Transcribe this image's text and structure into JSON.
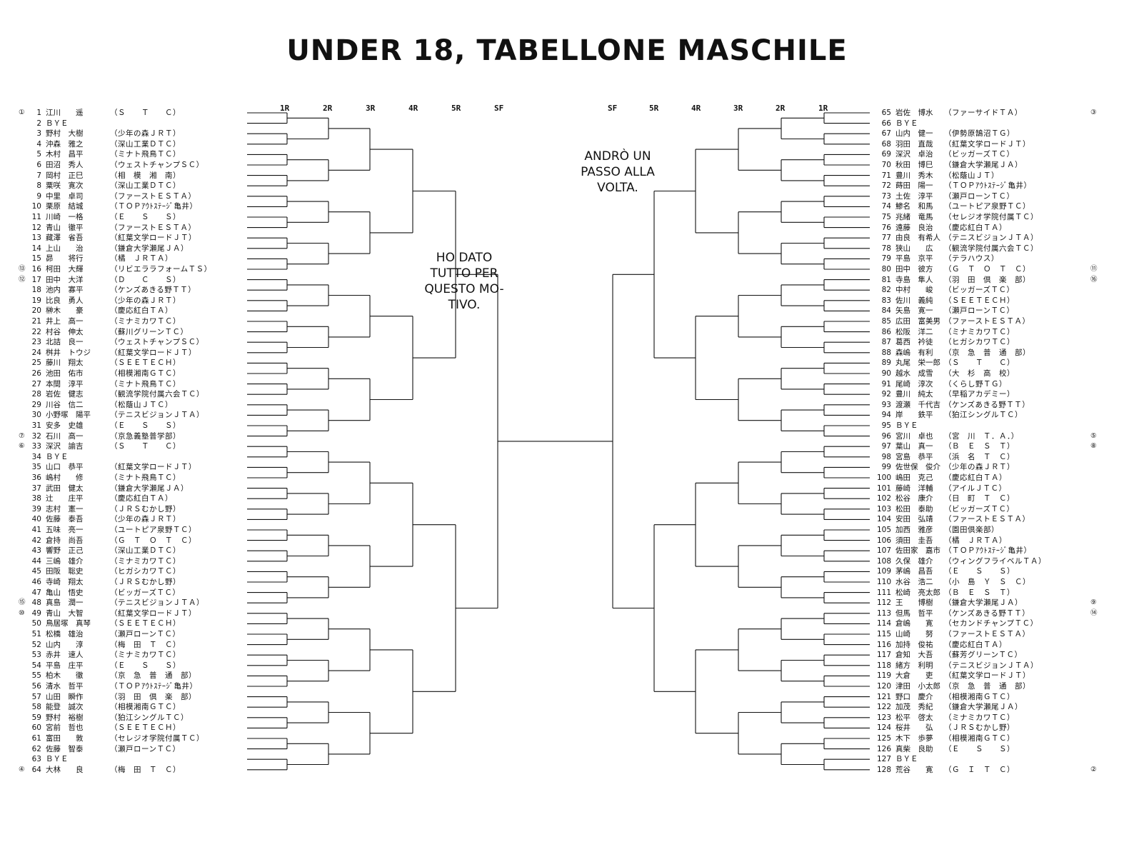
{
  "title": "UNDER 18, TABELLONE MASCHILE",
  "rounds_left": [
    "1R",
    "2R",
    "3R",
    "4R",
    "5R",
    "SF"
  ],
  "rounds_right": [
    "SF",
    "5R",
    "4R",
    "3R",
    "2R",
    "1R"
  ],
  "bubble_left": [
    "HO DATO",
    "TUTTO PER",
    "QUESTO MO-",
    "TIVO."
  ],
  "bubble_right": [
    "ANDRÒ UN",
    "PASSO ALLA",
    "VOLTA."
  ],
  "left_entries": [
    {
      "seed": "①",
      "num": "1",
      "name": "江川　　遥",
      "club": "（Ｓ　　Ｔ　　Ｃ）"
    },
    {
      "seed": "",
      "num": "2",
      "name": "ＢＹＥ",
      "club": ""
    },
    {
      "seed": "",
      "num": "3",
      "name": "野村　大樹",
      "club": "（少年の森ＪＲＴ）"
    },
    {
      "seed": "",
      "num": "4",
      "name": "沖森　雅之",
      "club": "（深山工業ＤＴＣ）"
    },
    {
      "seed": "",
      "num": "5",
      "name": "木村　昌平",
      "club": "（ミナト飛鳥ＴＣ）"
    },
    {
      "seed": "",
      "num": "6",
      "name": "田沼　秀人",
      "club": "（ウェストチャンプＳＣ）"
    },
    {
      "seed": "",
      "num": "7",
      "name": "岡村　正巳",
      "club": "（相　模　湘　南）"
    },
    {
      "seed": "",
      "num": "8",
      "name": "粟咲　寛次",
      "club": "（深山工業ＤＴＣ）"
    },
    {
      "seed": "",
      "num": "9",
      "name": "中里　卓司",
      "club": "（ファーストＥＳＴＡ）"
    },
    {
      "seed": "",
      "num": "10",
      "name": "栗原　結城",
      "club": "（ＴＯＰｱｳﾄｽﾃｰｼﾞ亀井）"
    },
    {
      "seed": "",
      "num": "11",
      "name": "川崎　一格",
      "club": "（Ｅ　　Ｓ　　Ｓ）"
    },
    {
      "seed": "",
      "num": "12",
      "name": "青山　徹平",
      "club": "（ファーストＥＳＴＡ）"
    },
    {
      "seed": "",
      "num": "13",
      "name": "藏澤　省吾",
      "club": "（紅葉文学ロードＪＴ）"
    },
    {
      "seed": "",
      "num": "14",
      "name": "上山　　治",
      "club": "（鎌倉大学瀬尾ＪＡ）"
    },
    {
      "seed": "",
      "num": "15",
      "name": "昴　　将行",
      "club": "（橘　ＪＲＴＡ）"
    },
    {
      "seed": "⑬",
      "num": "16",
      "name": "柯田　大輝",
      "club": "（リビエララフォームＴＳ）"
    },
    {
      "seed": "⑫",
      "num": "17",
      "name": "田中　大洋",
      "club": "（Ｄ　　Ｃ　　Ｓ）"
    },
    {
      "seed": "",
      "num": "18",
      "name": "池内　寡平",
      "club": "（ケンズあきる野ＴＴ）"
    },
    {
      "seed": "",
      "num": "19",
      "name": "比良　勇人",
      "club": "（少年の森ＪＲＴ）"
    },
    {
      "seed": "",
      "num": "20",
      "name": "榊木　　豪",
      "club": "（慶応紅白ＴＡ）"
    },
    {
      "seed": "",
      "num": "21",
      "name": "井上　高一",
      "club": "（ミナミカワＴＣ）"
    },
    {
      "seed": "",
      "num": "22",
      "name": "村谷　伸太",
      "club": "（蘇川グリーンＴＣ）"
    },
    {
      "seed": "",
      "num": "23",
      "name": "北詰　良一",
      "club": "（ウェストチャンプＳＣ）"
    },
    {
      "seed": "",
      "num": "24",
      "name": "桝井　トウジ",
      "club": "（紅葉文学ロードＪＴ）"
    },
    {
      "seed": "",
      "num": "25",
      "name": "藤川　翔太",
      "club": "（ＳＥＥＴＥＣＨ）"
    },
    {
      "seed": "",
      "num": "26",
      "name": "池田　佑市",
      "club": "（相模湘南ＧＴＣ）"
    },
    {
      "seed": "",
      "num": "27",
      "name": "本間　淳平",
      "club": "（ミナト飛鳥ＴＣ）"
    },
    {
      "seed": "",
      "num": "28",
      "name": "岩佐　健志",
      "club": "（観流学院付属六会ＴＣ）"
    },
    {
      "seed": "",
      "num": "29",
      "name": "川谷　信二",
      "club": "（松蔭山ＪＴＣ）"
    },
    {
      "seed": "",
      "num": "30",
      "name": "小野塚　陽平",
      "club": "（テニスビジョンＪＴＡ）"
    },
    {
      "seed": "",
      "num": "31",
      "name": "安多　史雄",
      "club": "（Ｅ　　Ｓ　　Ｓ）"
    },
    {
      "seed": "⑦",
      "num": "32",
      "name": "石川　高一",
      "club": "（京急義塾普学部）"
    },
    {
      "seed": "⑥",
      "num": "33",
      "name": "深沢　諭吉",
      "club": "（Ｓ　　Ｔ　　Ｃ）"
    },
    {
      "seed": "",
      "num": "34",
      "name": "ＢＹＥ",
      "club": ""
    },
    {
      "seed": "",
      "num": "35",
      "name": "山口　恭平",
      "club": "（紅葉文学ロードＪＴ）"
    },
    {
      "seed": "",
      "num": "36",
      "name": "嶋村　　修",
      "club": "（ミナト飛鳥ＴＣ）"
    },
    {
      "seed": "",
      "num": "37",
      "name": "武田　健太",
      "club": "（鎌倉大学瀬尾ＪＡ）"
    },
    {
      "seed": "",
      "num": "38",
      "name": "辻　　庄平",
      "club": "（慶応紅白ＴＡ）"
    },
    {
      "seed": "",
      "num": "39",
      "name": "志村　憲一",
      "club": "（ＪＲＳむかし野）"
    },
    {
      "seed": "",
      "num": "40",
      "name": "佐藤　泰吾",
      "club": "（少年の森ＪＲＴ）"
    },
    {
      "seed": "",
      "num": "41",
      "name": "五味　亮一",
      "club": "（ユートピア泉野ＴＣ）"
    },
    {
      "seed": "",
      "num": "42",
      "name": "倉持　尚吾",
      "club": "（Ｇ　Ｔ　Ｏ　Ｔ　Ｃ）"
    },
    {
      "seed": "",
      "num": "43",
      "name": "響野　正己",
      "club": "（深山工業ＤＴＣ）"
    },
    {
      "seed": "",
      "num": "44",
      "name": "三嶋　雄介",
      "club": "（ミナミカワＴＣ）"
    },
    {
      "seed": "",
      "num": "45",
      "name": "田阪　聡史",
      "club": "（ヒガシカワＴＣ）"
    },
    {
      "seed": "",
      "num": "46",
      "name": "寺崎　翔太",
      "club": "（ＪＲＳむかし野）"
    },
    {
      "seed": "",
      "num": "47",
      "name": "亀山　悟史",
      "club": "（ビッガーズＴＣ）"
    },
    {
      "seed": "⑮",
      "num": "48",
      "name": "真島　潤一",
      "club": "（テニスビジョンＪＴＡ）"
    },
    {
      "seed": "⑩",
      "num": "49",
      "name": "青山　大智",
      "club": "（紅葉文学ロードＪＴ）"
    },
    {
      "seed": "",
      "num": "50",
      "name": "鳥居塚　真琴",
      "club": "（ＳＥＥＴＥＣＨ）"
    },
    {
      "seed": "",
      "num": "51",
      "name": "松橋　雄治",
      "club": "（瀬戸ローンＴＣ）"
    },
    {
      "seed": "",
      "num": "52",
      "name": "山内　　淳",
      "club": "（梅　田　Ｔ　Ｃ）"
    },
    {
      "seed": "",
      "num": "53",
      "name": "赤井　速人",
      "club": "（ミナミカワＴＣ）"
    },
    {
      "seed": "",
      "num": "54",
      "name": "平島　庄平",
      "club": "（Ｅ　　Ｓ　　Ｓ）"
    },
    {
      "seed": "",
      "num": "55",
      "name": "柏木　　徹",
      "club": "（京　急　普　通　部）"
    },
    {
      "seed": "",
      "num": "56",
      "name": "清水　哲平",
      "club": "（ＴＯＰｱｳﾄｽﾃｰｼﾞ亀井）"
    },
    {
      "seed": "",
      "num": "57",
      "name": "山田　瞬作",
      "club": "（羽　田　倶　楽　部）"
    },
    {
      "seed": "",
      "num": "58",
      "name": "能登　誠次",
      "club": "（相模湘南ＧＴＣ）"
    },
    {
      "seed": "",
      "num": "59",
      "name": "野村　裕樹",
      "club": "（狛江シングルＴＣ）"
    },
    {
      "seed": "",
      "num": "60",
      "name": "宮前　哲也",
      "club": "（ＳＥＥＴＥＣＨ）"
    },
    {
      "seed": "",
      "num": "61",
      "name": "富田　　敦",
      "club": "（セレジオ学院付属ＴＣ）"
    },
    {
      "seed": "",
      "num": "62",
      "name": "佐藤　智泰",
      "club": "（瀬戸ローンＴＣ）"
    },
    {
      "seed": "",
      "num": "63",
      "name": "ＢＹＥ",
      "club": ""
    },
    {
      "seed": "④",
      "num": "64",
      "name": "大林　　良",
      "club": "（梅　田　Ｔ　Ｃ）"
    }
  ],
  "right_entries": [
    {
      "seed": "③",
      "num": "65",
      "name": "岩佐　博水",
      "club": "（ファーサイドＴＡ）"
    },
    {
      "seed": "",
      "num": "66",
      "name": "ＢＹＥ",
      "club": ""
    },
    {
      "seed": "",
      "num": "67",
      "name": "山内　健一",
      "club": "（伊勢原鵠沼ＴＧ）"
    },
    {
      "seed": "",
      "num": "68",
      "name": "羽田　直哉",
      "club": "（紅葉文学ロードＪＴ）"
    },
    {
      "seed": "",
      "num": "69",
      "name": "深沢　卓治",
      "club": "（ビッガーズＴＣ）"
    },
    {
      "seed": "",
      "num": "70",
      "name": "秋田　博巳",
      "club": "（鎌倉大学瀬尾ＪＡ）"
    },
    {
      "seed": "",
      "num": "71",
      "name": "豊川　秀木",
      "club": "（松蔭山ＪＴ）"
    },
    {
      "seed": "",
      "num": "72",
      "name": "蒔田　陽一",
      "club": "（ＴＯＰｱｳﾄｽﾃｰｼﾞ亀井）"
    },
    {
      "seed": "",
      "num": "73",
      "name": "土佐　淳平",
      "club": "（瀬戸ローンＴＣ）"
    },
    {
      "seed": "",
      "num": "74",
      "name": "鯵名　和馬",
      "club": "（ユートピア泉野ＴＣ）"
    },
    {
      "seed": "",
      "num": "75",
      "name": "兆緒　竜馬",
      "club": "（セレジオ学院付属ＴＣ）"
    },
    {
      "seed": "",
      "num": "76",
      "name": "遠藤　良治",
      "club": "（慶応紅白ＴＡ）"
    },
    {
      "seed": "",
      "num": "77",
      "name": "由良　有希人",
      "club": "（テニスビジョンＪＴＡ）"
    },
    {
      "seed": "",
      "num": "78",
      "name": "狭山　　広",
      "club": "（観流学院付属六会ＴＣ）"
    },
    {
      "seed": "",
      "num": "79",
      "name": "平島　京平",
      "club": "（テラハウス）"
    },
    {
      "seed": "⑪",
      "num": "80",
      "name": "田中　彼方",
      "club": "（Ｇ　Ｔ　Ｏ　Ｔ　Ｃ）"
    },
    {
      "seed": "⑯",
      "num": "81",
      "name": "寺島　隼人",
      "club": "（羽　田　倶　楽　部）"
    },
    {
      "seed": "",
      "num": "82",
      "name": "中村　　峻",
      "club": "（ビッガーズＴＣ）"
    },
    {
      "seed": "",
      "num": "83",
      "name": "佐川　義純",
      "club": "（ＳＥＥＴＥＣＨ）"
    },
    {
      "seed": "",
      "num": "84",
      "name": "矢島　寛一",
      "club": "（瀬戸ローンＴＣ）"
    },
    {
      "seed": "",
      "num": "85",
      "name": "広田　富美男",
      "club": "（ファーストＥＳＴＡ）"
    },
    {
      "seed": "",
      "num": "86",
      "name": "松阪　洋二",
      "club": "（ミナミカワＴＣ）"
    },
    {
      "seed": "",
      "num": "87",
      "name": "葛西　衿徒",
      "club": "（ヒガシカワＴＣ）"
    },
    {
      "seed": "",
      "num": "88",
      "name": "森嶋　有利",
      "club": "（京　急　普　通　部）"
    },
    {
      "seed": "",
      "num": "89",
      "name": "丸尾　栄一郎",
      "club": "（Ｓ　　Ｔ　　Ｃ）"
    },
    {
      "seed": "",
      "num": "90",
      "name": "越水　成雪",
      "club": "（大　杉　高　校）"
    },
    {
      "seed": "",
      "num": "91",
      "name": "尾崎　淳次",
      "club": "（くらし野ＴＧ）"
    },
    {
      "seed": "",
      "num": "92",
      "name": "豊川　純太",
      "club": "（早稲アカデミー）"
    },
    {
      "seed": "",
      "num": "93",
      "name": "渡瀬　千代吉",
      "club": "（ケンズあきる野ＴＴ）"
    },
    {
      "seed": "",
      "num": "94",
      "name": "岸　　鉄平",
      "club": "（狛江シングルＴＣ）"
    },
    {
      "seed": "",
      "num": "95",
      "name": "ＢＹＥ",
      "club": ""
    },
    {
      "seed": "⑤",
      "num": "96",
      "name": "宮川　卓也",
      "club": "（宮　川　Ｔ．Ａ．）"
    },
    {
      "seed": "⑧",
      "num": "97",
      "name": "葉山　真一",
      "club": "（Ｂ　Ｅ　Ｓ　Ｔ）"
    },
    {
      "seed": "",
      "num": "98",
      "name": "宮島　恭平",
      "club": "（浜　名　Ｔ　Ｃ）"
    },
    {
      "seed": "",
      "num": "99",
      "name": "佐世保　俊介",
      "club": "（少年の森ＪＲＴ）"
    },
    {
      "seed": "",
      "num": "100",
      "name": "嶋田　克己",
      "club": "（慶応紅白ＴＡ）"
    },
    {
      "seed": "",
      "num": "101",
      "name": "藤崎　洋輔",
      "club": "（アイルＪＴＣ）"
    },
    {
      "seed": "",
      "num": "102",
      "name": "松谷　康介",
      "club": "（日　町　Ｔ　Ｃ）"
    },
    {
      "seed": "",
      "num": "103",
      "name": "松田　泰助",
      "club": "（ビッガーズＴＣ）"
    },
    {
      "seed": "",
      "num": "104",
      "name": "安田　弘靖",
      "club": "（ファーストＥＳＴＡ）"
    },
    {
      "seed": "",
      "num": "105",
      "name": "加西　雅彦",
      "club": "（園田倶楽部）"
    },
    {
      "seed": "",
      "num": "106",
      "name": "須田　圭吾",
      "club": "（橘　ＪＲＴＡ）"
    },
    {
      "seed": "",
      "num": "107",
      "name": "佐田家　嘉市",
      "club": "（ＴＯＰｱｳﾄｽﾃｰｼﾞ亀井）"
    },
    {
      "seed": "",
      "num": "108",
      "name": "久保　雄介",
      "club": "（ウィングフライベルＴＡ）"
    },
    {
      "seed": "",
      "num": "109",
      "name": "茅嶋　昌吾",
      "club": "（Ｅ　　Ｓ　　Ｓ）"
    },
    {
      "seed": "",
      "num": "110",
      "name": "水谷　浩二",
      "club": "（小　島　Ｙ　Ｓ　Ｃ）"
    },
    {
      "seed": "",
      "num": "111",
      "name": "松崎　亮太郎",
      "club": "（Ｂ　Ｅ　Ｓ　Ｔ）"
    },
    {
      "seed": "⑨",
      "num": "112",
      "name": "王　　博樹",
      "club": "（鎌倉大学瀬尾ＪＡ）"
    },
    {
      "seed": "⑭",
      "num": "113",
      "name": "但馬　哲平",
      "club": "（ケンズあきる野ＴＴ）"
    },
    {
      "seed": "",
      "num": "114",
      "name": "倉嶋　　寛",
      "club": "（セカンドチャンプＴＣ）"
    },
    {
      "seed": "",
      "num": "115",
      "name": "山崎　　努",
      "club": "（ファーストＥＳＴＡ）"
    },
    {
      "seed": "",
      "num": "116",
      "name": "加持　俊祐",
      "club": "（慶応紅白ＴＡ）"
    },
    {
      "seed": "",
      "num": "117",
      "name": "倉知　大吾",
      "club": "（蘇芳グリーンＴＣ）"
    },
    {
      "seed": "",
      "num": "118",
      "name": "緒方　利明",
      "club": "（テニスビジョンＪＴＡ）"
    },
    {
      "seed": "",
      "num": "119",
      "name": "大倉　　吏",
      "club": "（紅葉文学ロードＪＴ）"
    },
    {
      "seed": "",
      "num": "120",
      "name": "津田　小太郎",
      "club": "（京　急　普　通　部）"
    },
    {
      "seed": "",
      "num": "121",
      "name": "野口　慶介",
      "club": "（相模湘南ＧＴＣ）"
    },
    {
      "seed": "",
      "num": "122",
      "name": "加茂　秀紀",
      "club": "（鎌倉大学瀬尾ＪＡ）"
    },
    {
      "seed": "",
      "num": "123",
      "name": "松平　啓太",
      "club": "（ミナミカワＴＣ）"
    },
    {
      "seed": "",
      "num": "124",
      "name": "桜井　　弘",
      "club": "（ＪＲＳむかし野）"
    },
    {
      "seed": "",
      "num": "125",
      "name": "木下　歩夢",
      "club": "（相模湘南ＧＴＣ）"
    },
    {
      "seed": "",
      "num": "126",
      "name": "真柴　良助",
      "club": "（Ｅ　　Ｓ　　Ｓ）"
    },
    {
      "seed": "",
      "num": "127",
      "name": "ＢＹＥ",
      "club": ""
    },
    {
      "seed": "②",
      "num": "128",
      "name": "荒谷　　寛",
      "club": "（Ｇ　Ｉ　Ｔ　Ｃ）"
    }
  ]
}
